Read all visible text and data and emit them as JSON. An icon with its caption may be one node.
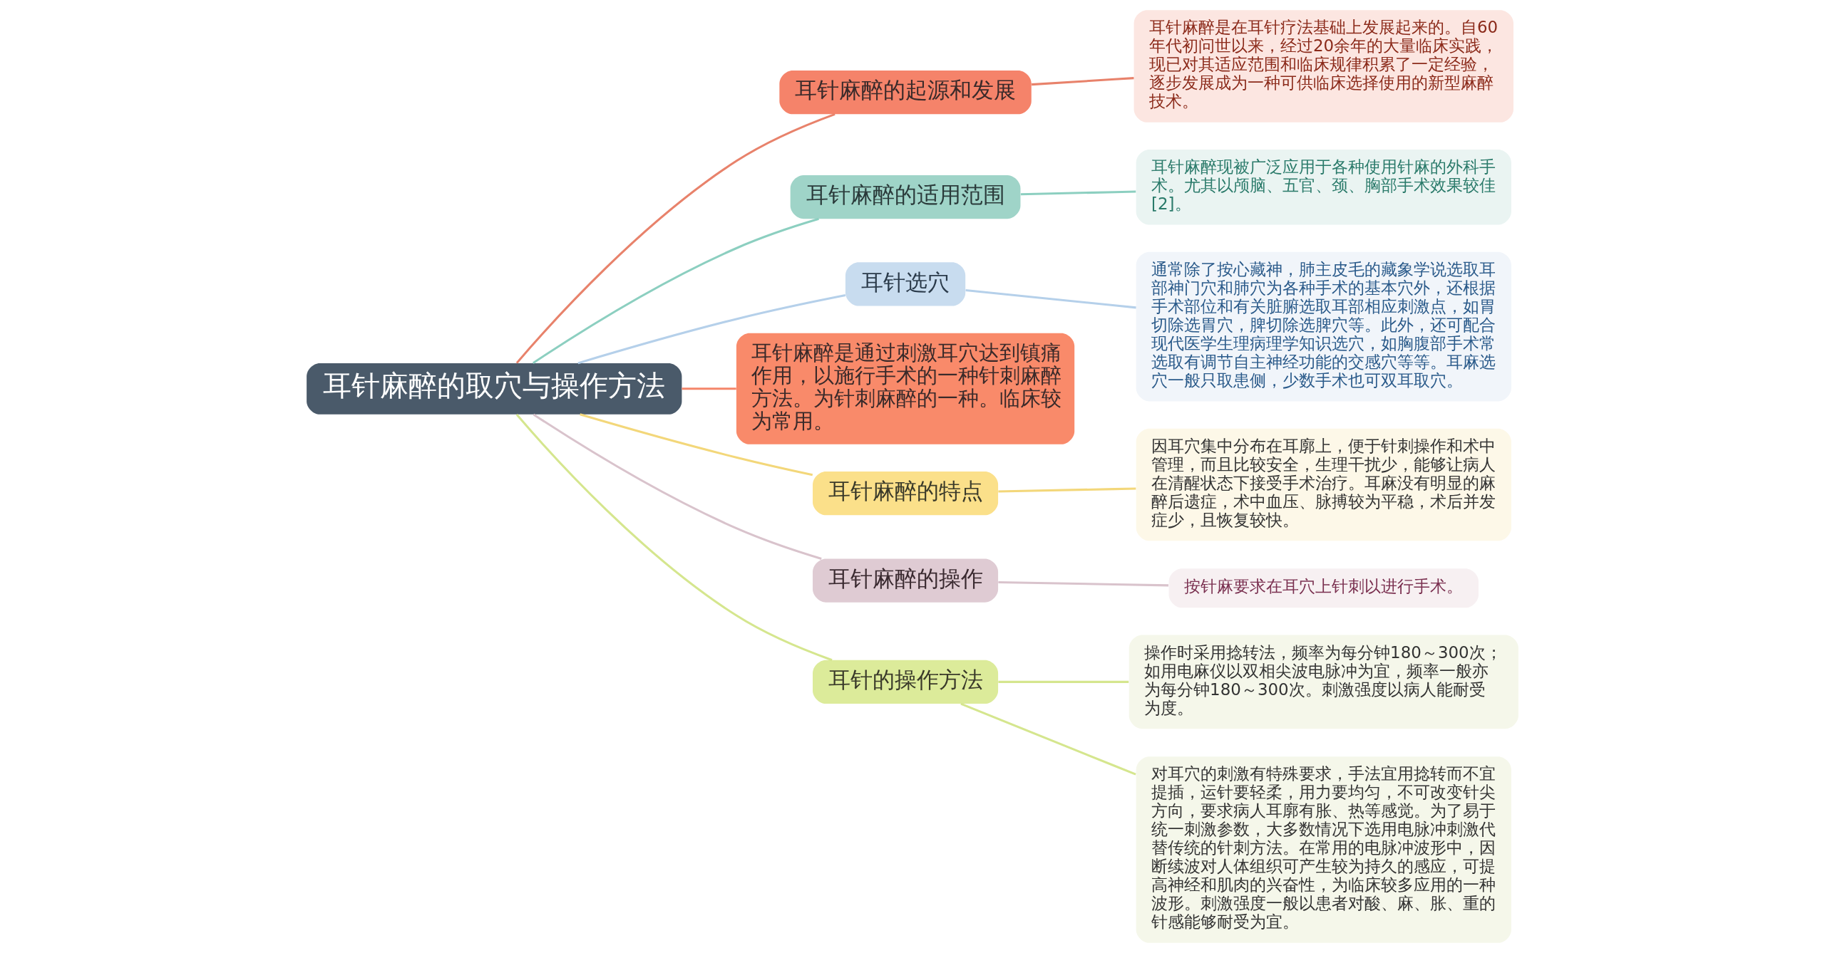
{
  "diagram": {
    "nodes": [
      {
        "text": [
          "耳针麻醉的取穴与操作方法"
        ]
      },
      {
        "text": [
          "耳针麻醉的起源和发展"
        ]
      },
      {
        "text": [
          "耳针麻醉是在耳针疗法基础上发展起来的。自60年代初问世以来，经过20余年的大量临床实践，现已对其适应范围和临床规律积累了一定经验，逐步发展成为一种可供临床选择使用的新型麻醉技术。"
        ]
      },
      {
        "text": [
          "耳针麻醉的适用范围"
        ]
      },
      {
        "text": [
          "耳针麻醉现被广泛应用于各种使用针麻的外科手术。尤其以颅脑、五官、颈、胸部手术效果较佳[2]。"
        ]
      },
      {
        "text": [
          "耳针选穴"
        ]
      },
      {
        "text": [
          "通常除了按心藏神，肺主皮毛的藏象学说选取耳部神门穴和肺穴为各种手术的基本穴外，还根据手术部位和有关脏腑选取耳部相应刺激点，如胃切除选胃穴，脾切除选脾穴等。此外，还可配合现代医学生理病理学知识选穴，如胸腹部手术常选取有调节自主神经功能的交感穴等等。耳麻选穴一般只取患侧，少数手术也可双耳取穴。"
        ]
      },
      {
        "text": [
          "耳针麻醉是通过刺激耳穴达到镇痛作用，以施行手术的一种针刺麻醉方法。为针刺麻醉的一种。临床较为常用。"
        ]
      },
      {
        "text": [
          "耳针麻醉的特点"
        ]
      },
      {
        "text": [
          "因耳穴集中分布在耳廓上，便于针刺操作和术中管理，而且比较安全，生理干扰少，能够让病人在清醒状态下接受手术治疗。耳麻没有明显的麻醉后遗症，术中血压、脉搏较为平稳，术后并发症少，且恢复较快。"
        ]
      },
      {
        "text": [
          "耳针麻醉的操作"
        ]
      },
      {
        "text": [
          "按针麻要求在耳穴上针刺以进行手术。"
        ]
      },
      {
        "text": [
          "耳针的操作方法"
        ]
      },
      {
        "text": [
          "操作时采用捻转法，频率为每分钟180～300次；如用电麻仪以双相尖波电脉冲为宜，频率一般亦为每分钟180～300次。刺激强度以病人能耐受为度。"
        ]
      },
      {
        "text": [
          "对耳穴的刺激有特殊要求，手法宜用捻转而不宜提插，运针要轻柔，用力要均匀，不可改变针尖方向，要求病人耳廓有胀、热等感觉。为了易于统一刺激参数，大多数情况下选用电脉冲刺激代替传统的针刺方法。在常用的电脉冲波形中，因断续波对人体组织可产生较为持久的感应，可提高神经和肌肉的兴奋性，为临床较多应用的一种波形。刺激强度一般以患者对酸、麻、胀、重的针感能够耐受为宜。"
        ]
      }
    ],
    "edges": [
      {
        "from": 0,
        "to": 1,
        "arrow": "none",
        "color": "#e8826b"
      },
      {
        "from": 1,
        "to": 2,
        "arrow": "none",
        "color": "#e8826b"
      },
      {
        "from": 0,
        "to": 3,
        "arrow": "none",
        "color": "#8ccfc0"
      },
      {
        "from": 3,
        "to": 4,
        "arrow": "none",
        "color": "#8ccfc0"
      },
      {
        "from": 0,
        "to": 5,
        "arrow": "none",
        "color": "#b5d0ea"
      },
      {
        "from": 5,
        "to": 6,
        "arrow": "none",
        "color": "#b5d0ea"
      },
      {
        "from": 0,
        "to": 7,
        "arrow": "none",
        "color": "#f4866a"
      },
      {
        "from": 0,
        "to": 8,
        "arrow": "none",
        "color": "#f3d77a"
      },
      {
        "from": 8,
        "to": 9,
        "arrow": "none",
        "color": "#f3d77a"
      },
      {
        "from": 0,
        "to": 10,
        "arrow": "none",
        "color": "#d9c3cc"
      },
      {
        "from": 10,
        "to": 11,
        "arrow": "none",
        "color": "#d9c3cc"
      },
      {
        "from": 0,
        "to": 12,
        "arrow": "none",
        "color": "#d5e68e"
      },
      {
        "from": 12,
        "to": 13,
        "arrow": "none",
        "color": "#d5e68e"
      },
      {
        "from": 12,
        "to": 14,
        "arrow": "none",
        "color": "#d5e68e"
      }
    ]
  }
}
